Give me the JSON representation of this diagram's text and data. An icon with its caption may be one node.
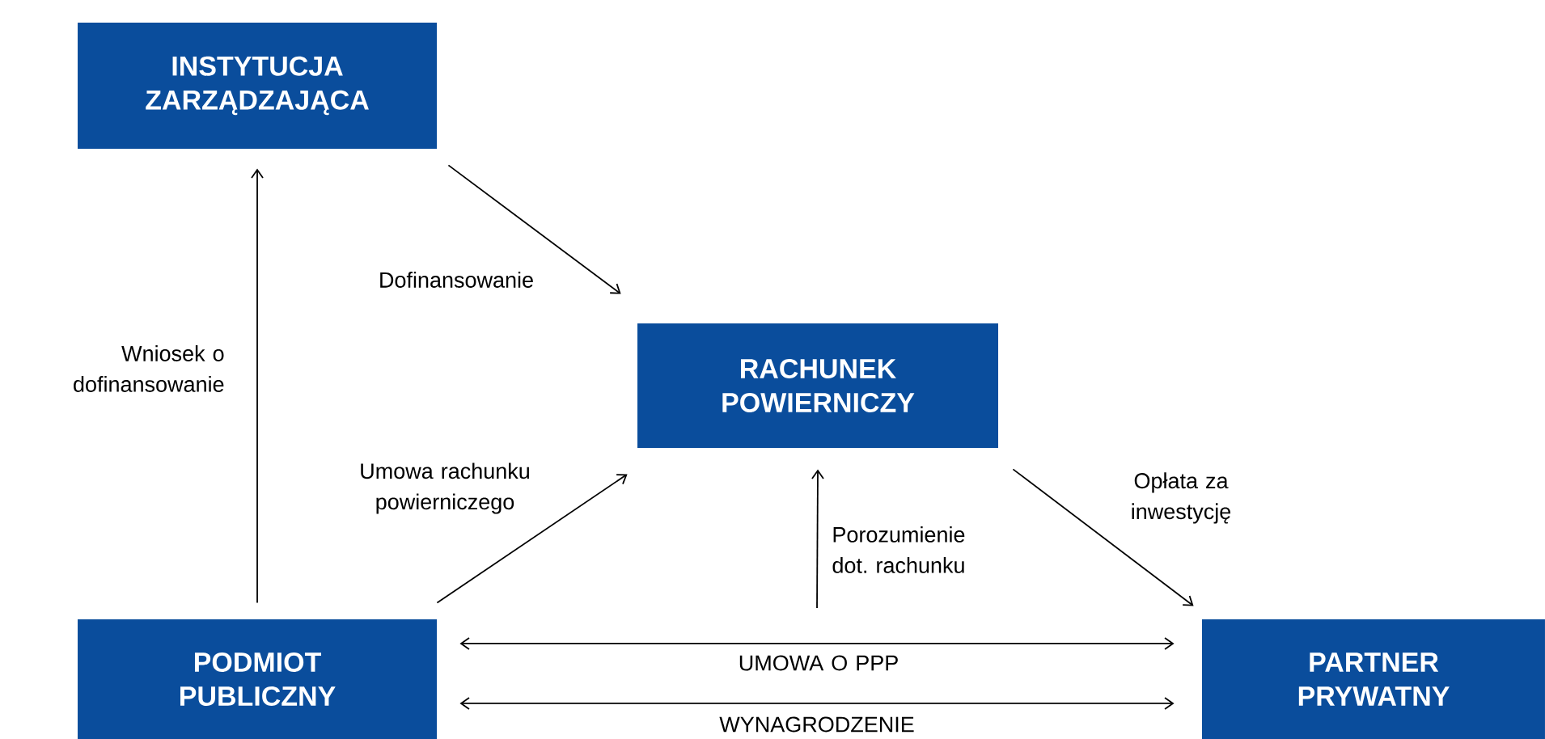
{
  "diagram": {
    "nodes": [
      {
        "text": [
          "INSTYTUCJA ZARZĄDZAJĄCA"
        ]
      },
      {
        "text": [
          "RACHUNEK POWIERNICZY"
        ]
      },
      {
        "text": [
          "PODMIOT PUBLICZNY"
        ]
      },
      {
        "text": [
          "PARTNER PRYWATNY"
        ]
      }
    ],
    "edges": [
      {
        "from": 2,
        "to": 0,
        "arrow": "to",
        "label": "Wniosek o dofinansowanie"
      },
      {
        "from": 0,
        "to": 1,
        "arrow": "to",
        "label": "Dofinansowanie"
      },
      {
        "from": 2,
        "to": 1,
        "arrow": "to",
        "label": "Umowa rachunku powierniczego"
      },
      {
        "from": 1,
        "to": 3,
        "arrow": "to",
        "label": "Opłata za inwestycję"
      },
      {
        "from": null,
        "to": 1,
        "arrow": "to",
        "label": "Porozumienie dot. rachunku"
      },
      {
        "from": 2,
        "to": 3,
        "arrow": "both",
        "label": "UMOWA O PPP"
      },
      {
        "from": 2,
        "to": 3,
        "arrow": "both",
        "label": "WYNAGRODZENIE"
      }
    ]
  }
}
